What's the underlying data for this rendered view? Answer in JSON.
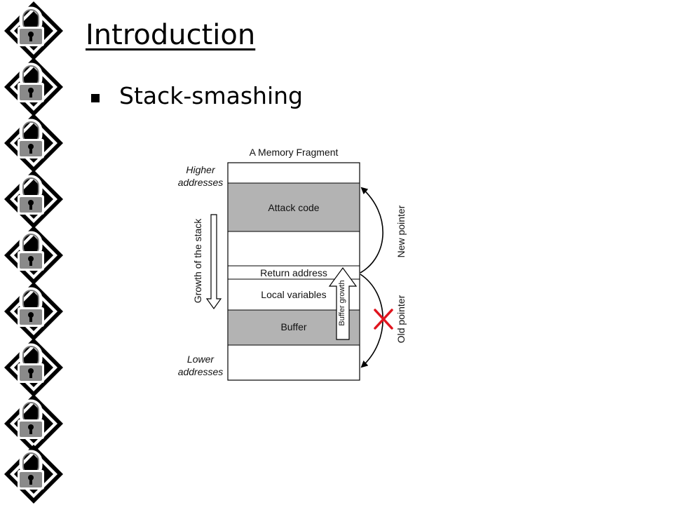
{
  "slide": {
    "title": "Introduction",
    "bullet": "Stack-smashing"
  },
  "diagram": {
    "title": "A Memory Fragment",
    "higher_addresses": [
      "Higher",
      "addresses"
    ],
    "lower_addresses": [
      "Lower",
      "addresses"
    ],
    "growth_label": "Growth of the stack",
    "segments": {
      "attack_code": "Attack code",
      "return_address": "Return address",
      "local_variables": "Local variables",
      "buffer": "Buffer"
    },
    "buffer_growth": "Buffer growth",
    "new_pointer": "New pointer",
    "old_pointer": "Old pointer",
    "colors": {
      "shaded": "#b3b3b3",
      "line": "#000000",
      "cross": "#e0141e"
    }
  }
}
